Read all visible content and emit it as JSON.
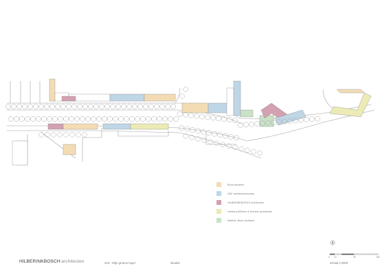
{
  "legend": {
    "items": [
      {
        "label": "Bruin architect",
        "color": "#f3dcb4"
      },
      {
        "label": "OAF architectenbureau",
        "color": "#bfd6e6"
      },
      {
        "label": "HILBERINKBOSCH architecten",
        "color": "#d3a1b0"
      },
      {
        "label": "Herberg Willems & Homink architecten",
        "color": "#ecebb6"
      },
      {
        "label": "Mathieu Bruin architect",
        "color": "#c9e2c6"
      }
    ]
  },
  "footer": {
    "firm_name": "HILBERINKBOSCH",
    "firm_suffix": "architecten",
    "project": "313 - Mijn groene loper",
    "sheet": "situatie",
    "scale": "schaal 1:2000"
  },
  "scalebar": {
    "ticks": [
      "0",
      "10",
      "50",
      "100"
    ]
  },
  "colors": {
    "lines": "#9a9a9a",
    "trees": "#a8a8a8"
  }
}
